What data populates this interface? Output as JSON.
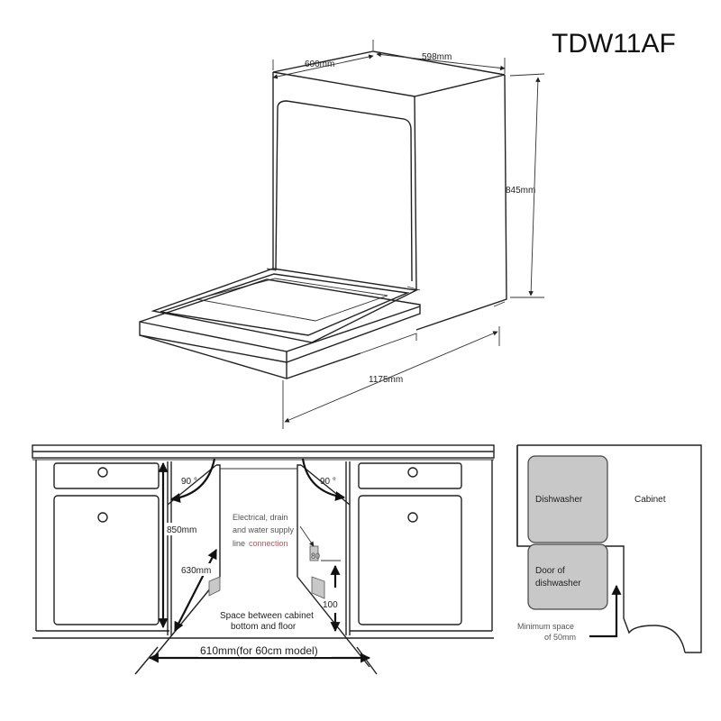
{
  "model": "TDW11AF",
  "dimensions": {
    "depth": "600mm",
    "width": "598mm",
    "height": "845mm",
    "door_open_depth": "1175mm"
  },
  "install": {
    "angle_left": "90 °",
    "angle_right": "90 °",
    "height": "850mm",
    "depth": "630mm",
    "width": "610mm(for 60cm model)",
    "gap": "100",
    "small_mark": "80",
    "note_lines": [
      "Electrical, drain",
      "and water supply",
      "line"
    ],
    "note_red": "connection",
    "space_label_lines": [
      "Space between cabinet",
      "bottom and floor"
    ]
  },
  "plan": {
    "dishwasher": "Dishwasher",
    "cabinet": "Cabinet",
    "door_lines": [
      "Door of",
      "dishwasher"
    ],
    "min_space_lines": [
      "Minimum space",
      "of 50mm"
    ]
  },
  "colors": {
    "line": "#222222",
    "fill_grey": "#c8c8c8",
    "note_red": "#c2555e"
  },
  "icons": [
    "dimension-arrow-icon",
    "angle-arc-icon"
  ]
}
